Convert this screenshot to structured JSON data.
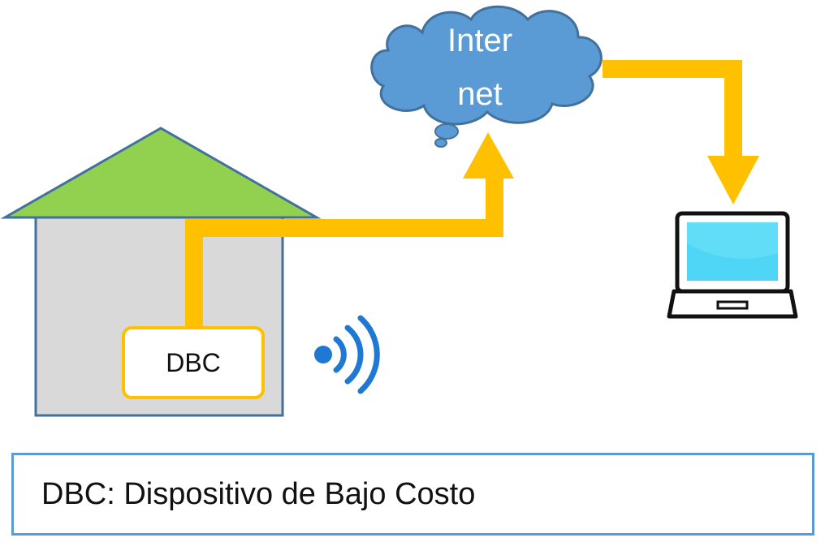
{
  "cloud": {
    "line1": "Inter",
    "line2": "net"
  },
  "device": {
    "label": "DBC"
  },
  "legend": {
    "text": "DBC: Dispositivo de Bajo Costo"
  },
  "colors": {
    "roof": "#92D050",
    "wall": "#D9D9D9",
    "outline": "#41719C",
    "cloud": "#5B9BD5",
    "arrow": "#FFC000",
    "wireless": "#1F78D1",
    "laptop_screen": "#4FD5F5"
  },
  "icons": [
    "house",
    "cloud",
    "wireless-signal-icon",
    "laptop-icon"
  ]
}
